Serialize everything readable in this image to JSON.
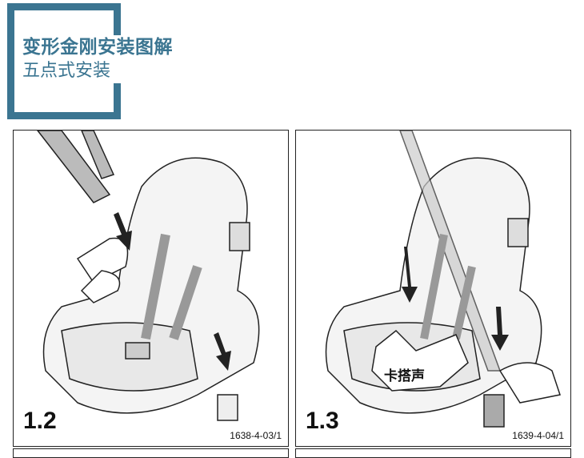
{
  "header": {
    "title": "变形金刚安装图解",
    "subtitle": "五点式安装"
  },
  "panels": [
    {
      "step": "1.2",
      "code": "1638-4-03/1"
    },
    {
      "step": "1.3",
      "code": "1639-4-04/1",
      "callout": "卡搭声"
    }
  ],
  "colors": {
    "accent": "#3b7591"
  }
}
